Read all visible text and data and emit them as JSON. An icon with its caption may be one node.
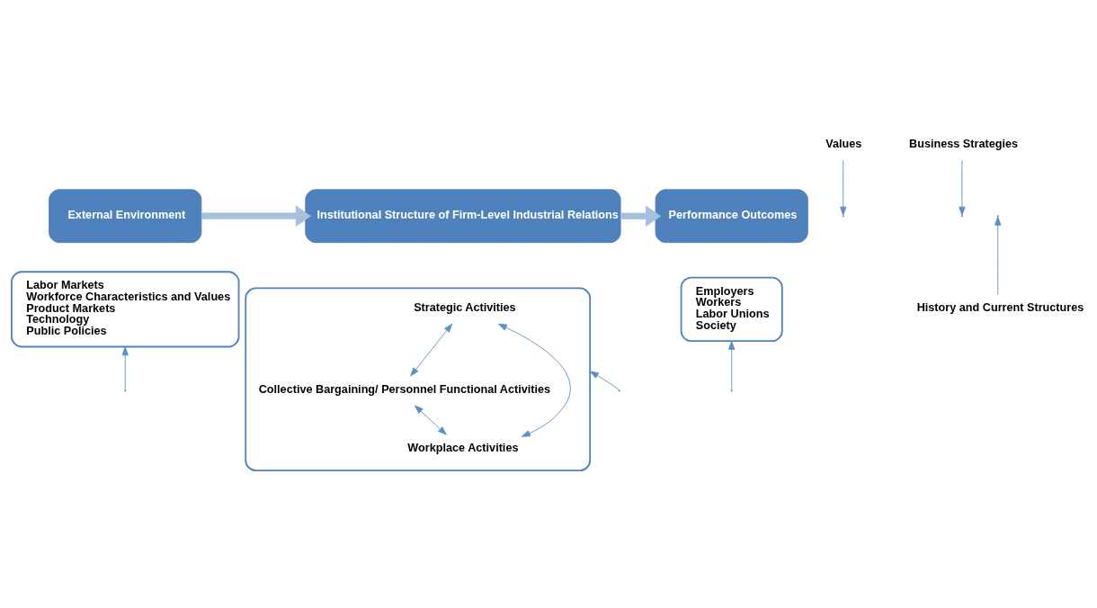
{
  "diagram": {
    "nodes": [
      {
        "text": [
          "External Environment"
        ]
      },
      {
        "text": [
          "Labor Markets",
          "Workforce Characteristics and Values",
          "Product Markets",
          "Technology",
          "Public Policies"
        ]
      },
      {
        "text": [
          "Institutional Structure of Firm-Level Industrial Relations"
        ]
      },
      {
        "text": [],
        "shape": "box"
      },
      {
        "text": [
          "Strategic Activities"
        ],
        "in": 3
      },
      {
        "text": [
          "Collective Bargaining/ Personnel Functional Activities"
        ],
        "in": 3
      },
      {
        "text": [
          "Workplace Activities"
        ],
        "in": 3
      },
      {
        "text": [
          "Performance Outcomes"
        ]
      },
      {
        "text": [
          "Employers",
          "Workers",
          "Labor Unions",
          "Society"
        ]
      },
      {
        "text": [
          "Values"
        ]
      },
      {
        "text": [
          "Business Strategies"
        ]
      },
      {
        "text": [
          "History and Current Structures"
        ]
      }
    ],
    "edges": [
      {
        "from": 0,
        "to": 2,
        "arrow": "to",
        "style": "thick",
        "color": "#a8bfdf"
      },
      {
        "from": 2,
        "to": 7,
        "arrow": "to",
        "style": "thick",
        "color": "#a8bfdf"
      },
      {
        "from": 9,
        "to": null,
        "arrow": "to"
      },
      {
        "from": 10,
        "to": null,
        "arrow": "to"
      },
      {
        "from": 11,
        "to": null,
        "arrow": "to"
      },
      {
        "from": 4,
        "to": 5,
        "arrow": "both"
      },
      {
        "from": 5,
        "to": 6,
        "arrow": "both"
      },
      {
        "from": 4,
        "to": 6,
        "arrow": "both"
      },
      {
        "from": null,
        "to": 1,
        "arrow": "to"
      },
      {
        "from": null,
        "to": 3,
        "arrow": "to"
      },
      {
        "from": null,
        "to": 8,
        "arrow": "to"
      }
    ]
  }
}
